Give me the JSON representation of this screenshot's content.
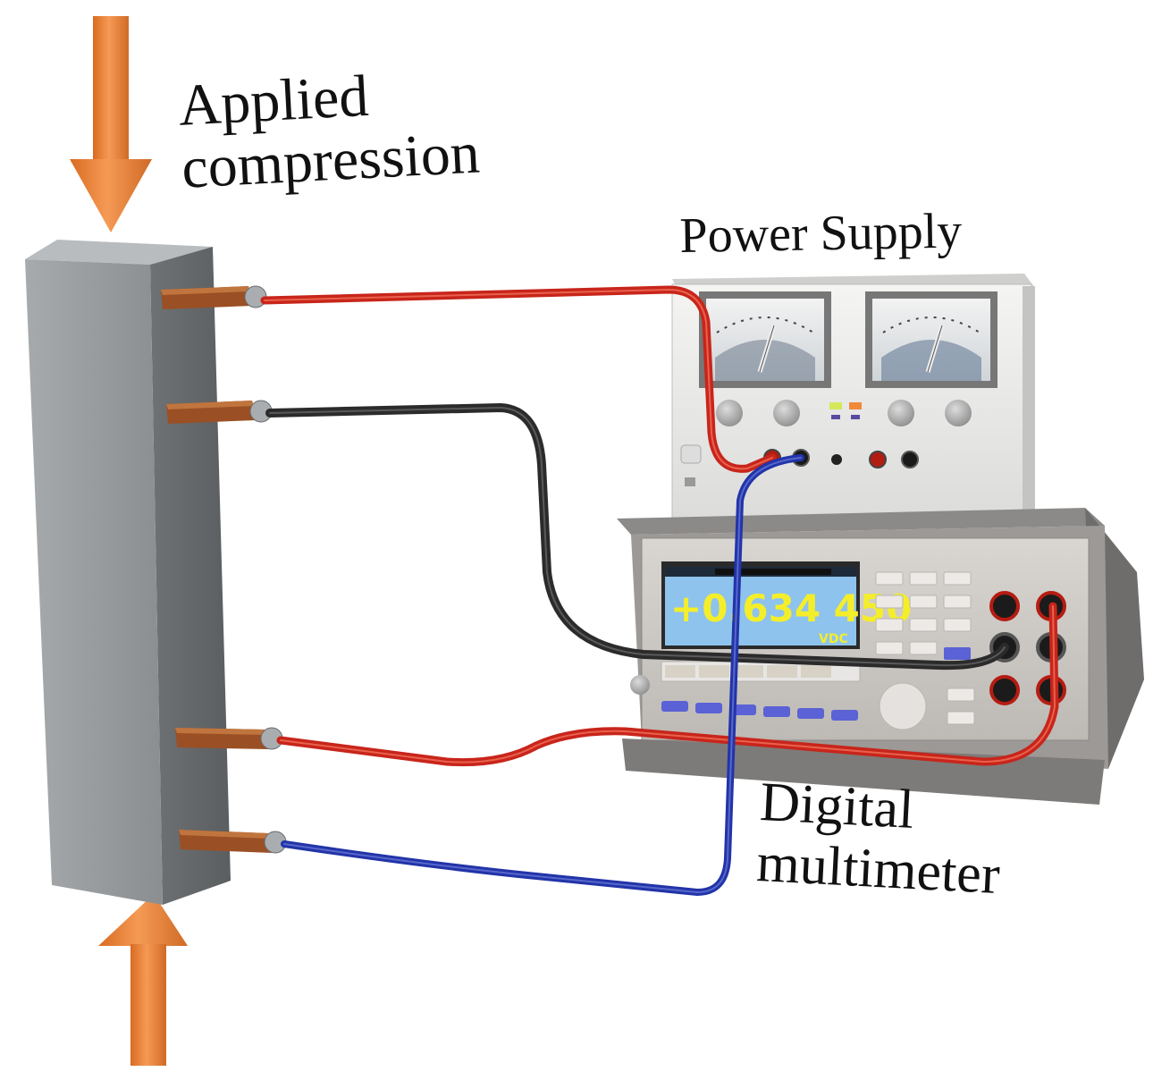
{
  "labels": {
    "applied_compression_line1": "Applied",
    "applied_compression_line2": "compression",
    "power_supply": "Power Supply",
    "digital_multimeter_line1": "Digital",
    "digital_multimeter_line2": "multimeter"
  },
  "multimeter_display": {
    "reading": "+0.634 450",
    "unit": "VDC"
  },
  "colors": {
    "arrow": "#e8823a",
    "specimen": "#8f9396",
    "electrode": "#9a4f24",
    "wire_red": "#c8251b",
    "wire_black": "#2b2b2b",
    "wire_blue": "#2234a8",
    "lcd_background": "#8ec3ee",
    "lcd_text": "#f4ee2a"
  }
}
